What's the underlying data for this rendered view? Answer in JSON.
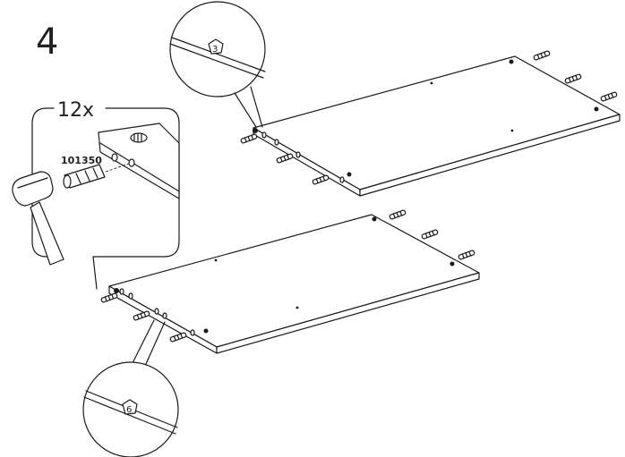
{
  "step": {
    "number": "4"
  },
  "detail": {
    "quantity": "12x",
    "part_number": "101350"
  },
  "callouts": {
    "top_board_label": "3",
    "bottom_board_label": "6"
  }
}
